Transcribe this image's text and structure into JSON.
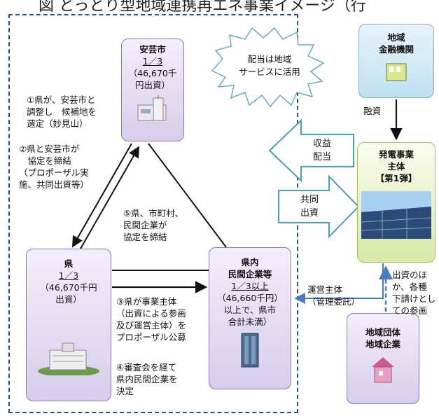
{
  "title": "図 とっとり型地域連携再エネ事業イメージ（行",
  "nodes": {
    "aki": {
      "name": "安芸市",
      "share": "1／3",
      "amount": "（46,670千",
      "amount2": "円出資）"
    },
    "ken": {
      "name": "県",
      "share": "1／3",
      "amount": "（46,670千円",
      "amount2": "出資）"
    },
    "company": {
      "l1": "県内",
      "l2": "民間企業等",
      "share": "1／3以上",
      "amount": "（46,660千円）",
      "l4": "以上で、県市",
      "l5": "合計未満）"
    },
    "bank": {
      "l1": "地域",
      "l2": "金融機関"
    },
    "gen": {
      "l1": "発電事業",
      "l2": "主体",
      "l3": "【第1弾】"
    },
    "local": {
      "l1": "地域団体",
      "l2": "地域企業"
    }
  },
  "notes": {
    "n1": [
      "①県が、安芸市と",
      "調整し　候補地を",
      "選定（妙見山）"
    ],
    "n2": [
      "②県と安芸市が",
      "　協定を締結",
      "（プロポーザル実",
      "施、共同出資等）"
    ],
    "n5": [
      "⑤県、市町村、",
      "民間企業が",
      "協定を締結"
    ],
    "n3": [
      "③県が事業主体",
      "（出資による参画",
      "及び運営主体）を",
      "プロポーザル公募"
    ],
    "n4": [
      "④審査会を経て",
      "県内民間企業を",
      "決定"
    ],
    "finance": "融資",
    "ops": [
      "運営主体",
      "（管理委託）"
    ],
    "other": [
      "出資のほ",
      "か、各種",
      "下請けとし",
      "ての参画"
    ]
  },
  "cloud": [
    "配当は地域",
    "サービスに活用"
  ],
  "arrows": {
    "dividend": [
      "収益",
      "配当"
    ],
    "invest": [
      "共同",
      "出資"
    ]
  }
}
